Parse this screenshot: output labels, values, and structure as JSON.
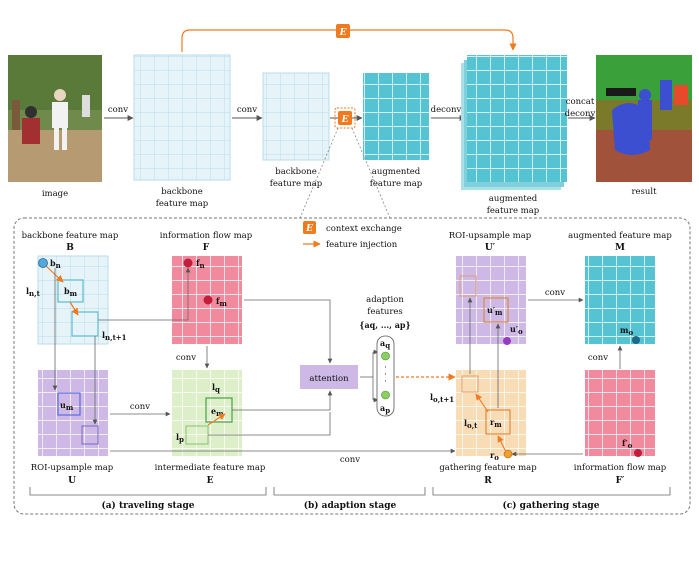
{
  "colors": {
    "light_blue": "#e6f4fa",
    "teal": "#56c3d2",
    "purple": "#cdb8e6",
    "green": "#dcefc8",
    "pink": "#f28a9e",
    "peach": "#f8dcb6",
    "orange": "#f07a1e",
    "grid_line": "#ffffff"
  },
  "top": {
    "image_label": "image",
    "conv1": "conv",
    "backbone_label_1": "backbone",
    "backbone_label_2": "feature map",
    "conv2": "conv",
    "backbone2_label_1": "backbone",
    "backbone2_label_2": "feature map",
    "e_badge": "E",
    "aug_label_1": "augmented",
    "aug_label_2": "feature map",
    "deconv": "deconv",
    "aug2_label_1": "augmented",
    "aug2_label_2": "feature map",
    "concat": "concat",
    "deconv2": "deconv",
    "result_label": "result"
  },
  "legend": {
    "e_badge": "E",
    "context_exchange": "context exchange",
    "feature_injection": "feature injection"
  },
  "traveling": {
    "backbone_title": "backbone feature map",
    "backbone_symbol": "B",
    "bn": "b",
    "bn_sub": "n",
    "bm": "b",
    "bm_sub": "m",
    "lnt": "l",
    "lnt_sub": "n,t",
    "lnt1": "l",
    "lnt1_sub": "n,t+1",
    "info_title": "information flow map",
    "info_symbol": "F",
    "fn": "f",
    "fn_sub": "n",
    "fm": "f",
    "fm_sub": "m",
    "conv_down": "conv",
    "conv_mid": "conv",
    "um": "u",
    "um_sub": "m",
    "roi_title": "ROI-upsample map",
    "roi_symbol": "U",
    "lq": "l",
    "lq_sub": "q",
    "em": "e",
    "em_sub": "m",
    "lp": "l",
    "lp_sub": "p",
    "inter_title": "intermediate feature map",
    "inter_symbol": "E",
    "stage_label": "(a) traveling stage"
  },
  "adaption": {
    "attention": "attention",
    "features_1": "adaption",
    "features_2": "features",
    "features_3": "{a",
    "aq": "a",
    "aq_sub": "q",
    "ap": "a",
    "ap_sub": "p",
    "dots": "·",
    "conv_bottom": "conv",
    "stage_label": "(b) adaption stage",
    "features_set": "{aq, ..., ap}"
  },
  "gathering": {
    "roi_title": "ROI-upsample map",
    "roi_symbol": "U′",
    "um": "u′",
    "um_sub": "m",
    "uo": "u′",
    "uo_sub": "o",
    "conv_right": "conv",
    "aug_title": "augmented feature map",
    "aug_symbol": "M",
    "mo": "m",
    "mo_sub": "o",
    "conv_up": "conv",
    "lot1": "l",
    "lot1_sub": "o,t+1",
    "lot": "l",
    "lot_sub": "o,t",
    "rm": "r",
    "rm_sub": "m",
    "ro": "r",
    "ro_sub": "o",
    "gather_title": "gathering feature map",
    "gather_symbol": "R",
    "fo": "f′",
    "fo_sub": "o",
    "info_title": "information flow map",
    "info_symbol": "F′",
    "stage_label": "(c) gathering stage"
  }
}
